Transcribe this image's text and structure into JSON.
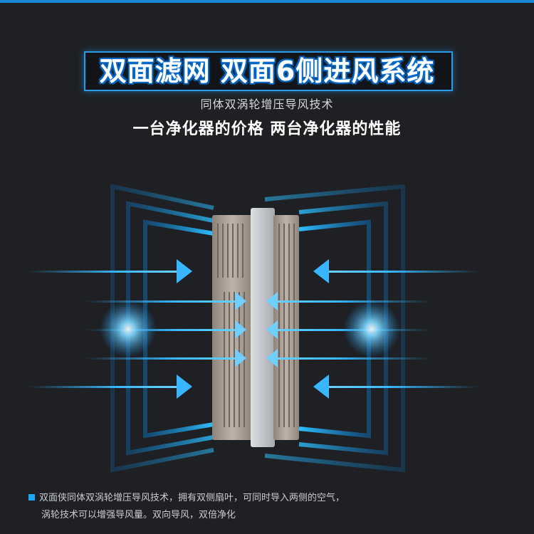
{
  "headline": "双面滤网 双面6侧进风系统",
  "subtitle": "同体双涡轮增压导风技术",
  "tagline": "一台净化器的价格 两台净化器的性能",
  "footnote": {
    "line1": "双面侠同体双涡轮增压导风技术，拥有双侧扇叶，可同时导入两侧的空气，",
    "line2": "涡轮技术可以增强导风量。双向导风，双倍净化"
  },
  "colors": {
    "accent": "#1a8ad6",
    "glow": "#2fb8ff",
    "background": "#1e2024"
  },
  "icons": {
    "bullet": "square-bullet-icon",
    "arrow": "arrow-right-icon"
  }
}
